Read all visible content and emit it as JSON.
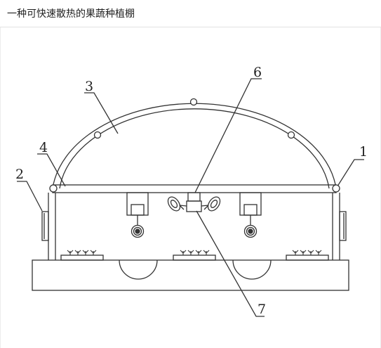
{
  "header": {
    "title": "一种可快速散热的果蔬种植棚"
  },
  "diagram": {
    "callouts": [
      "1",
      "2",
      "3",
      "4",
      "6",
      "7"
    ],
    "colors": {
      "line": "#333333",
      "background": "#ffffff",
      "header_border": "#e2e2e2"
    }
  }
}
